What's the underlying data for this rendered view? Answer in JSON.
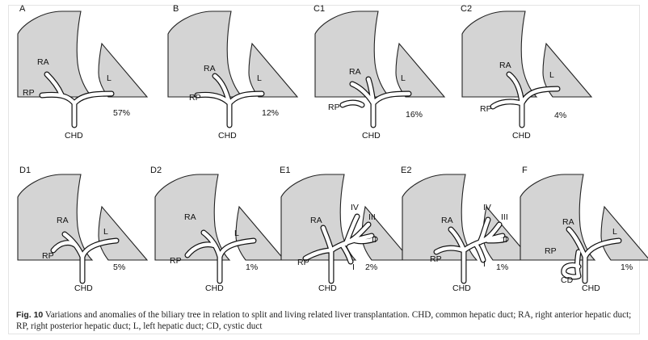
{
  "panels": [
    {
      "id": "A",
      "letter": "A",
      "percent": "57%"
    },
    {
      "id": "B",
      "letter": "B",
      "percent": "12%"
    },
    {
      "id": "C1",
      "letter": "C1",
      "percent": "16%"
    },
    {
      "id": "C2",
      "letter": "C2",
      "percent": "4%"
    },
    {
      "id": "D1",
      "letter": "D1",
      "percent": "5%"
    },
    {
      "id": "D2",
      "letter": "D2",
      "percent": "1%"
    },
    {
      "id": "E1",
      "letter": "E1",
      "percent": "2%"
    },
    {
      "id": "E2",
      "letter": "E2",
      "percent": "1%"
    },
    {
      "id": "F",
      "letter": "F",
      "percent": "1%"
    }
  ],
  "labels": {
    "ra": "RA",
    "rp": "RP",
    "l": "L",
    "chd": "CHD",
    "cd": "CD",
    "seg_i": "I",
    "seg_ii": "II",
    "seg_iii": "III",
    "seg_iv": "IV"
  },
  "caption": {
    "fig_number": "Fig. 10",
    "text": " Variations and anomalies of the biliary tree in relation to split and living related liver transplantation. CHD, common hepatic duct; RA, right anterior hepatic duct; RP, right posterior hepatic duct; L, left hepatic duct; CD, cystic duct"
  }
}
